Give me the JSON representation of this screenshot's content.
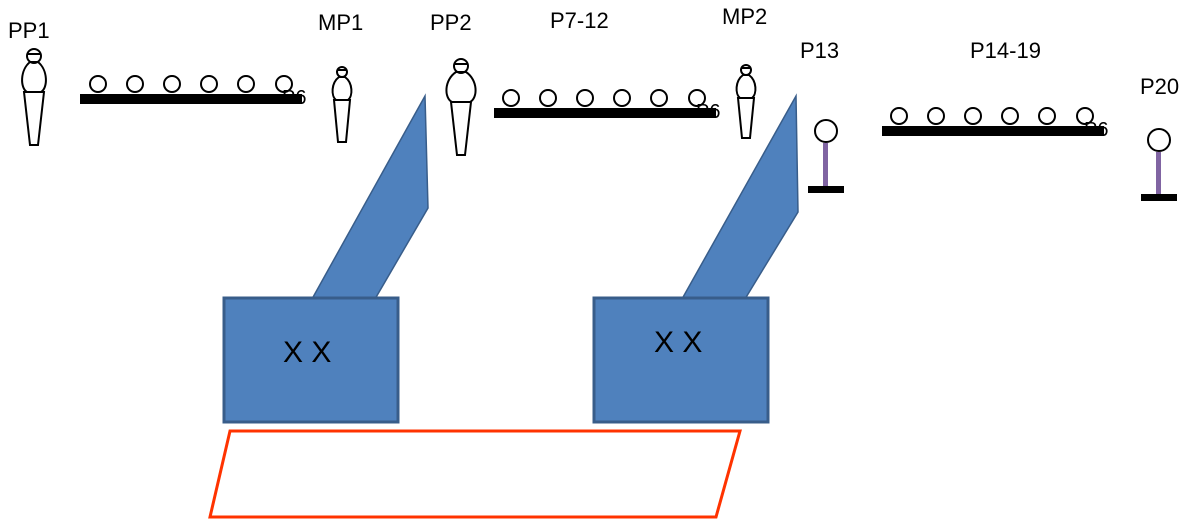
{
  "labels": {
    "pp1": "PP1",
    "mp1": "MP1",
    "pp2": "PP2",
    "p7_12": "P7-12",
    "mp2": "MP2",
    "p13": "P13",
    "p14_19": "P14-19",
    "p20": "P20"
  },
  "row_end_marks": {
    "row1": "P6",
    "row2": "P6",
    "row3": "P6"
  },
  "boxes": {
    "box1_text": "X X",
    "box2_text": "X X"
  },
  "colors": {
    "box_fill": "#4f81bd",
    "box_stroke": "#385d8a",
    "red_outline": "#ff3300",
    "stand_stem": "#8064a2",
    "line_black": "#000000"
  }
}
